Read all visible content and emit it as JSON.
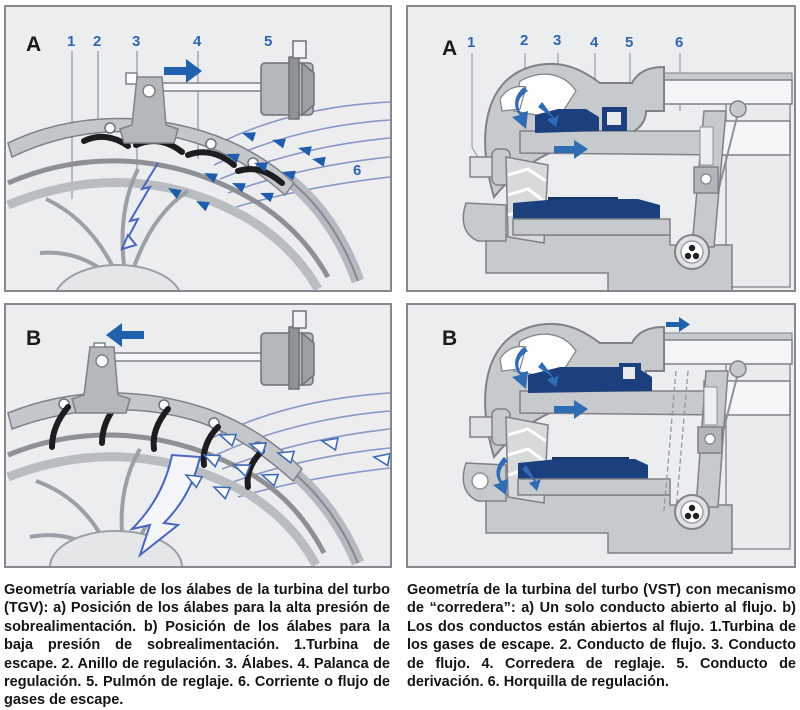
{
  "figure": {
    "language": "es",
    "topic": "Turbocompresores de geometría variable (TGV) y de corredera (VST)"
  },
  "colors": {
    "panel_bg": "#ecedef",
    "panel_border": "#85888c",
    "callout_blue": "#2f66ae",
    "arrow_blue": "#2060ac",
    "flow_line_blue": "#8a97c6",
    "navy_slider": "#1c3f7e",
    "metal_light": "#c7cacd",
    "metal_stroke": "#7e8286",
    "text_black": "#141414"
  },
  "panels": {
    "tgv_a": {
      "letter": "A",
      "callouts": [
        "1",
        "2",
        "3",
        "4",
        "5",
        "6"
      ]
    },
    "tgv_b": {
      "letter": "B"
    },
    "vst_a": {
      "letter": "A",
      "callouts": [
        "1",
        "2",
        "3",
        "4",
        "5",
        "6"
      ]
    },
    "vst_b": {
      "letter": "B"
    }
  },
  "captions": {
    "tgv": "Geometría variable de los álabes de la turbina del turbo (TGV): a) Posición de los álabes para la alta presión de sobrealimentación. b) Posición de los álabes para la baja presión de sobrealimentación. 1.Turbina de escape. 2. Anillo de regulación. 3. Álabes. 4. Palanca de regulación. 5. Pulmón de reglaje. 6. Corriente o flujo de gases de escape.",
    "vst": "Geometría de la turbina del turbo (VST) con mecanismo de “corredera”: a) Un solo conducto abierto al flujo. b) Los dos conductos están abiertos al flujo. 1.Turbina de los gases de escape. 2. Conducto de flujo. 3. Conducto de flujo. 4. Corredera de reglaje. 5. Conducto de derivación. 6. Horquilla de regulación."
  }
}
